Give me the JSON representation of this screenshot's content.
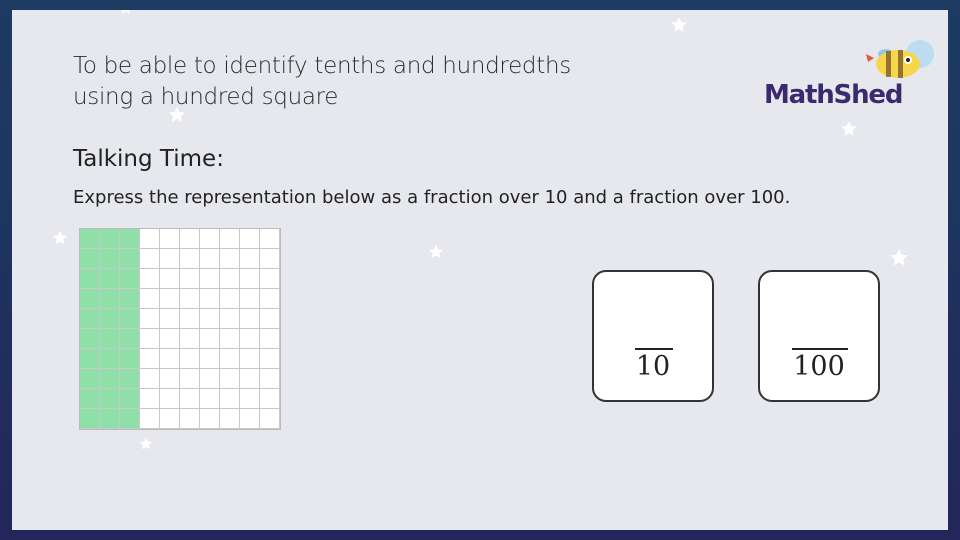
{
  "slide": {
    "objective_line1": "To be able to identify tenths and hundredths",
    "objective_line2": "using a hundred square",
    "section_title": "Talking Time:",
    "instruction": "Express the representation below as a fraction over 10 and a fraction over 100."
  },
  "logo": {
    "text": "MathShed"
  },
  "hundred_square": {
    "rows": 10,
    "columns": 10,
    "shaded_columns": 3,
    "shade_color": "#8fdfa8"
  },
  "fraction_cards": [
    {
      "denominator": "10"
    },
    {
      "denominator": "100"
    }
  ],
  "colors": {
    "background": "#e6e8ee",
    "frame": "#1e3560",
    "logo_text": "#3b2a6e"
  }
}
